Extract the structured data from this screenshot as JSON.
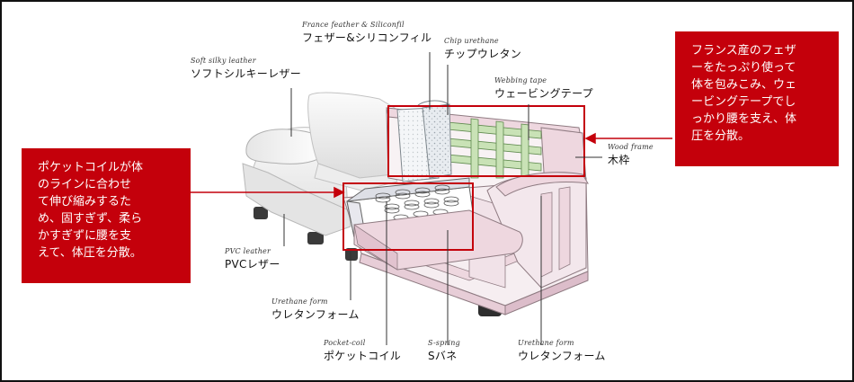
{
  "labels": {
    "france_feather": {
      "en": "France feather & Siliconfil",
      "jp": "フェザー&シリコンフィル"
    },
    "chip_urethane": {
      "en": "Chip urethane",
      "jp": "チップウレタン"
    },
    "soft_leather": {
      "en": "Soft silky leather",
      "jp": "ソフトシルキーレザー"
    },
    "webbing_tape": {
      "en": "Webbing tape",
      "jp": "ウェービングテープ"
    },
    "wood_frame": {
      "en": "Wood frame",
      "jp": "木枠"
    },
    "pvc_leather": {
      "en": "PVC leather",
      "jp": "PVCレザー"
    },
    "urethane_form_left": {
      "en": "Urethane form",
      "jp": "ウレタンフォーム"
    },
    "pocket_coil": {
      "en": "Pocket-coil",
      "jp": "ポケットコイル"
    },
    "s_spring": {
      "en": "S-spring",
      "jp": "Sバネ"
    },
    "urethane_form_right": {
      "en": "Urethane form",
      "jp": "ウレタンフォーム"
    }
  },
  "notes": {
    "left": [
      "ポケットコイルが体",
      "のラインに合わせ",
      "て伸び縮みするた",
      "め、固すぎず、柔ら",
      "かすぎずに腰を支",
      "えて、体圧を分散。"
    ],
    "right": [
      "フランス産のフェザ",
      "ーをたっぷり使って",
      "体を包みこみ、ウェ",
      "ービングテープでし",
      "っかり腰を支え、体",
      "圧を分散。"
    ]
  },
  "colors": {
    "accent_red": "#c4000b",
    "leather": "#f3f3f3",
    "frame_pink": "#eed7df",
    "webbing_green": "#c9e2b6",
    "line": "#333333"
  }
}
